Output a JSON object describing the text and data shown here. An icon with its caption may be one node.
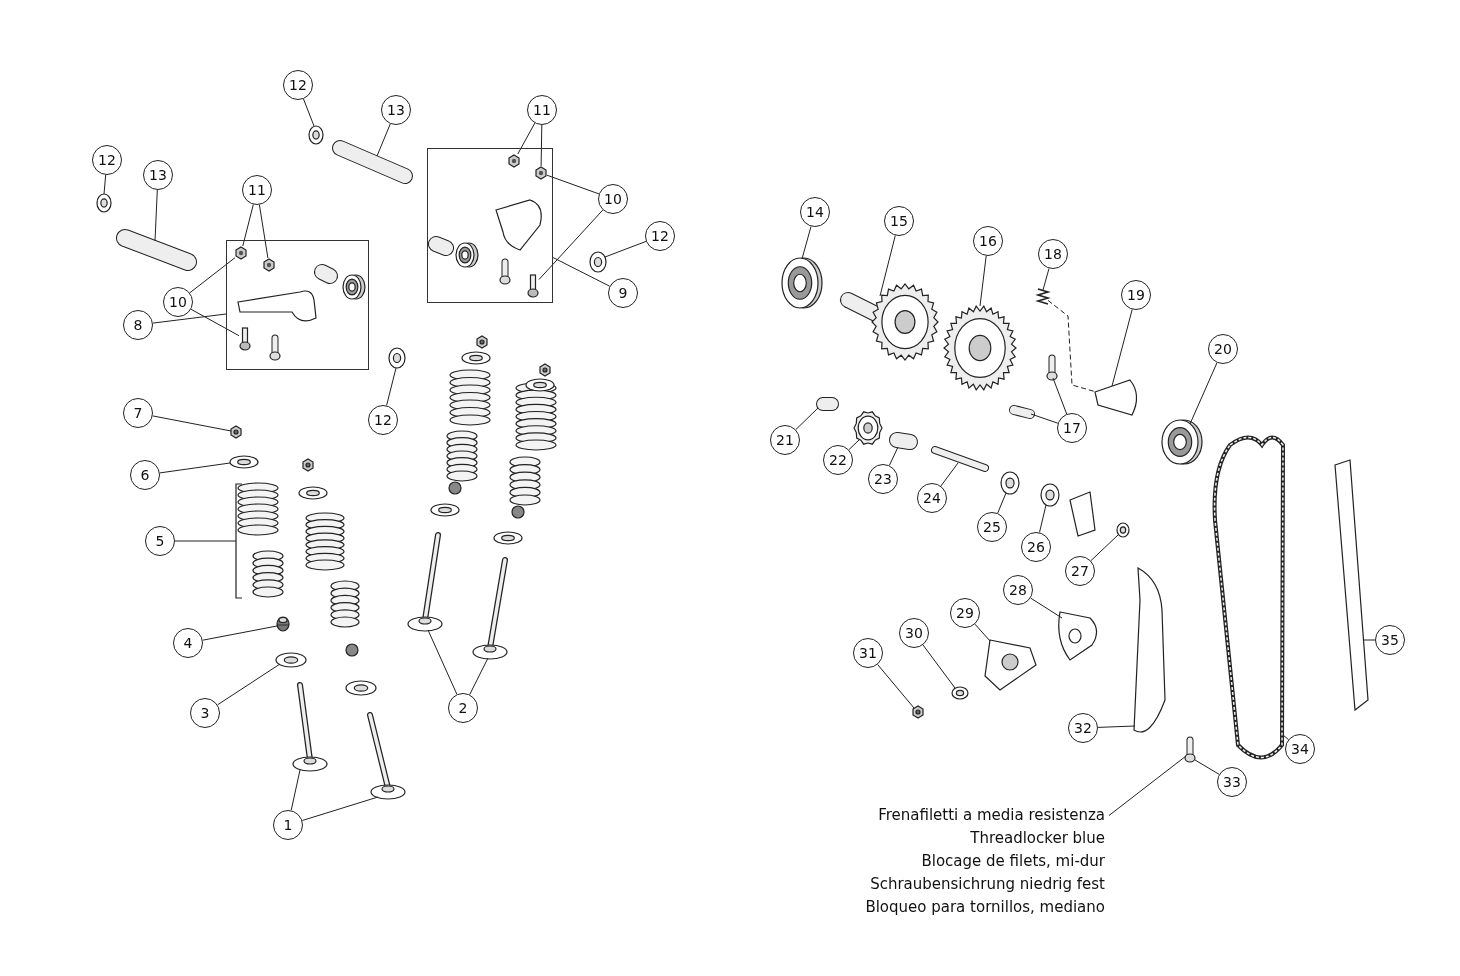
{
  "diagram": {
    "nodes": [
      {
        "text": [
          "1"
        ]
      },
      {
        "text": [
          "2"
        ]
      },
      {
        "text": [
          "3"
        ]
      },
      {
        "text": [
          "4"
        ]
      },
      {
        "text": [
          "5"
        ]
      },
      {
        "text": [
          "6"
        ]
      },
      {
        "text": [
          "7"
        ]
      },
      {
        "text": [
          "8"
        ]
      },
      {
        "text": [
          "9"
        ]
      },
      {
        "text": [
          "10"
        ]
      },
      {
        "text": [
          "10"
        ]
      },
      {
        "text": [
          "11"
        ]
      },
      {
        "text": [
          "11"
        ]
      },
      {
        "text": [
          "12"
        ]
      },
      {
        "text": [
          "12"
        ]
      },
      {
        "text": [
          "12"
        ]
      },
      {
        "text": [
          "12"
        ]
      },
      {
        "text": [
          "13"
        ]
      },
      {
        "text": [
          "13"
        ]
      },
      {
        "text": [
          "14"
        ]
      },
      {
        "text": [
          "15"
        ]
      },
      {
        "text": [
          "16"
        ]
      },
      {
        "text": [
          "17"
        ]
      },
      {
        "text": [
          "18"
        ]
      },
      {
        "text": [
          "19"
        ]
      },
      {
        "text": [
          "20"
        ]
      },
      {
        "text": [
          "21"
        ]
      },
      {
        "text": [
          "22"
        ]
      },
      {
        "text": [
          "23"
        ]
      },
      {
        "text": [
          "24"
        ]
      },
      {
        "text": [
          "25"
        ]
      },
      {
        "text": [
          "26"
        ]
      },
      {
        "text": [
          "27"
        ]
      },
      {
        "text": [
          "28"
        ]
      },
      {
        "text": [
          "29"
        ]
      },
      {
        "text": [
          "30"
        ]
      },
      {
        "text": [
          "31"
        ]
      },
      {
        "text": [
          "32"
        ]
      },
      {
        "text": [
          "33"
        ]
      },
      {
        "text": [
          "34"
        ]
      },
      {
        "text": [
          "35"
        ]
      },
      {
        "text": [
          "Frenafiletti a media resistenza",
          "Threadlocker blue",
          "Blocage de filets, mi-dur",
          "Schraubensichrung niedrig fest",
          "Bloqueo para tornillos, mediano"
        ]
      },
      {
        "text": [],
        "shape": "box"
      },
      {
        "text": [],
        "shape": "picture",
        "in": 42
      },
      {
        "text": [],
        "shape": "picture",
        "in": 42
      },
      {
        "text": [],
        "shape": "picture",
        "in": 42
      },
      {
        "text": [],
        "shape": "box"
      },
      {
        "text": [],
        "shape": "picture",
        "in": 46
      },
      {
        "text": [],
        "shape": "picture",
        "in": 46
      },
      {
        "text": [],
        "shape": "picture",
        "in": 46
      },
      {
        "text": [],
        "shape": "picture"
      },
      {
        "text": [],
        "shape": "picture"
      },
      {
        "text": [],
        "shape": "picture"
      },
      {
        "text": [],
        "shape": "picture"
      },
      {
        "text": [],
        "shape": "picture"
      },
      {
        "text": [],
        "shape": "picture"
      },
      {
        "text": [],
        "shape": "picture"
      },
      {
        "text": [],
        "shape": "picture"
      },
      {
        "text": [],
        "shape": "picture"
      },
      {
        "text": [],
        "shape": "picture"
      },
      {
        "text": [],
        "shape": "picture"
      },
      {
        "text": [],
        "shape": "picture"
      },
      {
        "text": [],
        "shape": "picture"
      },
      {
        "text": [],
        "shape": "picture"
      },
      {
        "text": [],
        "shape": "picture"
      },
      {
        "text": [],
        "shape": "picture"
      },
      {
        "text": [],
        "shape": "picture"
      },
      {
        "text": [],
        "shape": "picture"
      },
      {
        "text": [],
        "shape": "picture"
      },
      {
        "text": [],
        "shape": "picture"
      },
      {
        "text": [],
        "shape": "picture"
      },
      {
        "text": [],
        "shape": "picture"
      },
      {
        "text": [],
        "shape": "picture"
      },
      {
        "text": [],
        "shape": "picture"
      },
      {
        "text": [],
        "shape": "picture"
      },
      {
        "text": [],
        "shape": "picture"
      },
      {
        "text": [],
        "shape": "picture"
      },
      {
        "text": [],
        "shape": "picture"
      },
      {
        "text": [],
        "shape": "picture"
      },
      {
        "text": [],
        "shape": "picture"
      },
      {
        "text": [],
        "shape": "picture"
      },
      {
        "text": [],
        "shape": "picture"
      },
      {
        "text": [],
        "shape": "picture"
      },
      {
        "text": [],
        "shape": "picture"
      },
      {
        "text": [],
        "shape": "picture"
      },
      {
        "text": [],
        "shape": "picture"
      },
      {
        "text": [],
        "shape": "picture"
      },
      {
        "text": [],
        "shape": "bar"
      }
    ],
    "edges": [
      {
        "from": 0,
        "to": 50,
        "arrow": "none"
      },
      {
        "from": 0,
        "to": 51,
        "arrow": "none"
      },
      {
        "from": 1,
        "to": 52,
        "arrow": "none"
      },
      {
        "from": 1,
        "to": 53,
        "arrow": "none"
      },
      {
        "from": 2,
        "to": 54,
        "arrow": "none"
      },
      {
        "from": 3,
        "to": 55,
        "arrow": "none"
      },
      {
        "from": 4,
        "to": 87,
        "arrow": "none"
      },
      {
        "from": 5,
        "to": 56,
        "arrow": "none"
      },
      {
        "from": 6,
        "to": 57,
        "arrow": "none"
      },
      {
        "from": 7,
        "to": 42,
        "arrow": "none"
      },
      {
        "from": 8,
        "to": 46,
        "arrow": "none"
      },
      {
        "from": 9,
        "to": 43,
        "arrow": "none"
      },
      {
        "from": 9,
        "to": 45,
        "arrow": "none"
      },
      {
        "from": 10,
        "to": 48,
        "arrow": "none"
      },
      {
        "from": 10,
        "to": 49,
        "arrow": "none"
      },
      {
        "from": 11,
        "to": 43,
        "arrow": "none"
      },
      {
        "from": 11,
        "to": 44,
        "arrow": "none"
      },
      {
        "from": 12,
        "to": 47,
        "arrow": "none"
      },
      {
        "from": 12,
        "to": 48,
        "arrow": "none"
      },
      {
        "from": 13,
        "to": 58,
        "arrow": "none"
      },
      {
        "from": 14,
        "to": 59,
        "arrow": "none"
      },
      {
        "from": 15,
        "to": 60,
        "arrow": "none"
      },
      {
        "from": 16,
        "to": 61,
        "arrow": "none"
      },
      {
        "from": 17,
        "to": 62,
        "arrow": "none"
      },
      {
        "from": 18,
        "to": 63,
        "arrow": "none"
      },
      {
        "from": 19,
        "to": 64,
        "arrow": "none"
      },
      {
        "from": 20,
        "to": 65,
        "arrow": "none"
      },
      {
        "from": 21,
        "to": 66,
        "arrow": "none"
      },
      {
        "from": 22,
        "to": 67,
        "arrow": "none"
      },
      {
        "from": 22,
        "to": 68,
        "arrow": "none"
      },
      {
        "from": 23,
        "to": 69,
        "arrow": "none"
      },
      {
        "from": 24,
        "to": 70,
        "arrow": "none"
      },
      {
        "from": 25,
        "to": 71,
        "arrow": "none"
      },
      {
        "from": 26,
        "to": 72,
        "arrow": "none"
      },
      {
        "from": 27,
        "to": 73,
        "arrow": "none"
      },
      {
        "from": 28,
        "to": 74,
        "arrow": "none"
      },
      {
        "from": 29,
        "to": 75,
        "arrow": "none"
      },
      {
        "from": 30,
        "to": 76,
        "arrow": "none"
      },
      {
        "from": 31,
        "to": 77,
        "arrow": "none"
      },
      {
        "from": 32,
        "to": 78,
        "arrow": "none"
      },
      {
        "from": 33,
        "to": 79,
        "arrow": "none"
      },
      {
        "from": 34,
        "to": 80,
        "arrow": "none"
      },
      {
        "from": 35,
        "to": 81,
        "arrow": "none"
      },
      {
        "from": 36,
        "to": 82,
        "arrow": "none"
      },
      {
        "from": 37,
        "to": 83,
        "arrow": "none"
      },
      {
        "from": 38,
        "to": 84,
        "arrow": "none"
      },
      {
        "from": 39,
        "to": 85,
        "arrow": "none"
      },
      {
        "from": 40,
        "to": 86,
        "arrow": "none"
      },
      {
        "from": 41,
        "to": 84,
        "arrow": "none"
      },
      {
        "from": 69,
        "to": 70,
        "arrow": "none",
        "style": "dashed"
      }
    ]
  }
}
